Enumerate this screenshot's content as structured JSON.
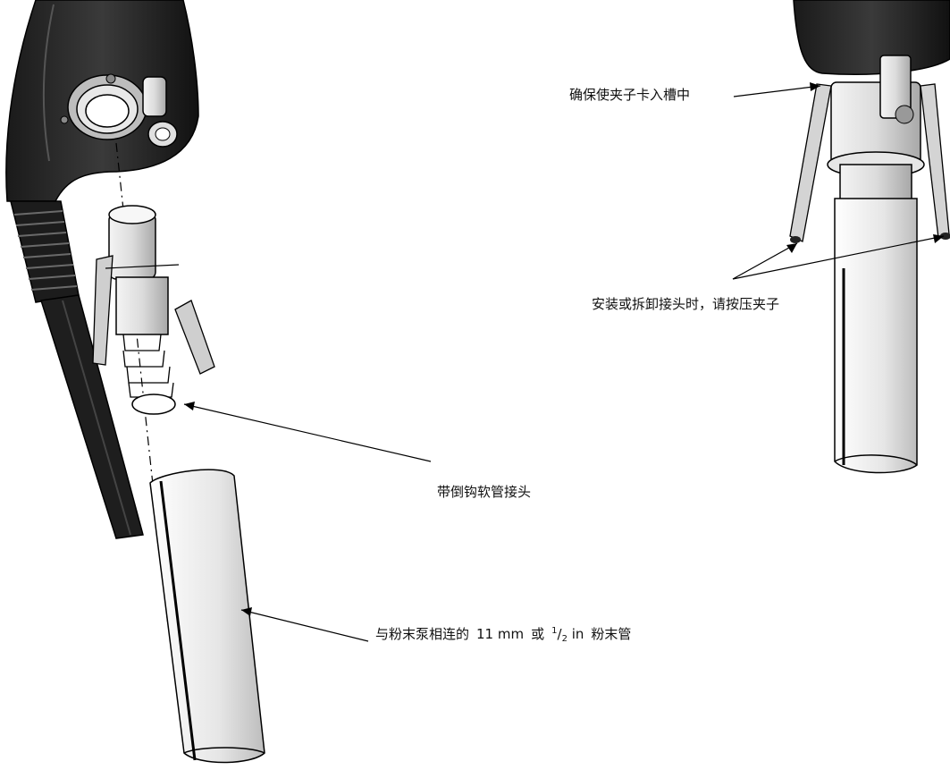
{
  "labels": {
    "clip_groove": "确保使夹子卡入槽中",
    "press_clips": "安装或拆卸接头时，请按压夹子",
    "barbed_fitting": "带倒钩软管接头",
    "tube_prefix": "与粉末泵相连的",
    "tube_size_mm": "11 mm",
    "tube_or": "或",
    "tube_fraction_num": "1",
    "tube_fraction_den": "2",
    "tube_size_unit": "in",
    "tube_suffix": "粉末管"
  }
}
